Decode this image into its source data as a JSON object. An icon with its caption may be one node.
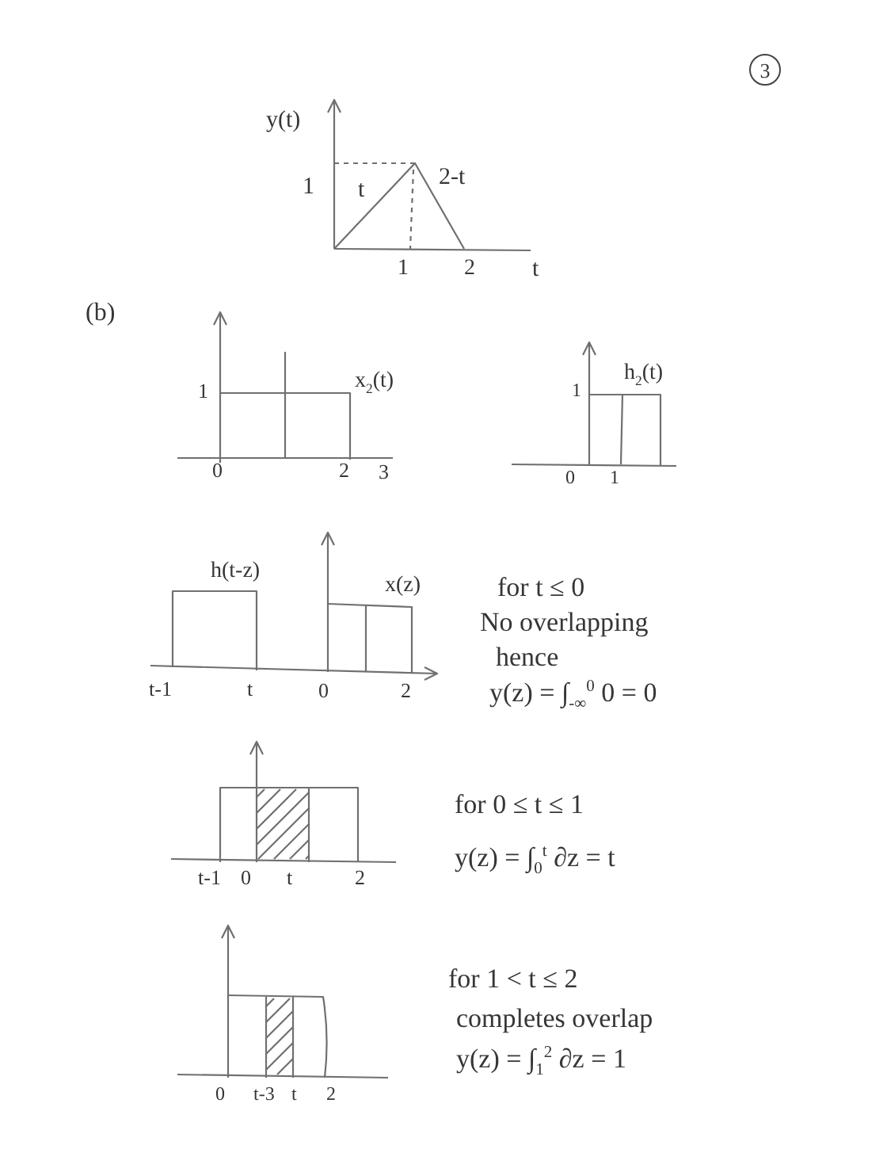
{
  "diagram": {
    "nodes": [
      {
        "text": [
          "3"
        ]
      }
    ],
    "labels": [
      "y(t)",
      "1",
      "t",
      "2-t",
      "1",
      "2",
      "t",
      "(b)",
      "1",
      "x$_{2}$(t)",
      "0",
      "2",
      "3",
      "1",
      "h$_{2}$(t)",
      "0",
      "1",
      "h(t-z)",
      "x(z)",
      "t-1",
      "t",
      "0",
      "2",
      "for t ≤ 0",
      "No overlapping",
      "hence",
      "y(z) = ∫$_{-∞}$$^{0}$ 0 = 0",
      "t-1",
      "0",
      "t",
      "2",
      "for 0 ≤ t ≤ 1",
      "y(z) = ∫$_{0}$$^{t}$ ∂z = t",
      "0",
      "t-3",
      "t",
      "2",
      "for 1 < t ≤ 2",
      "completes overlap",
      "y(z) = ∫$_{1}$$^{2}$ ∂z = 1"
    ]
  }
}
